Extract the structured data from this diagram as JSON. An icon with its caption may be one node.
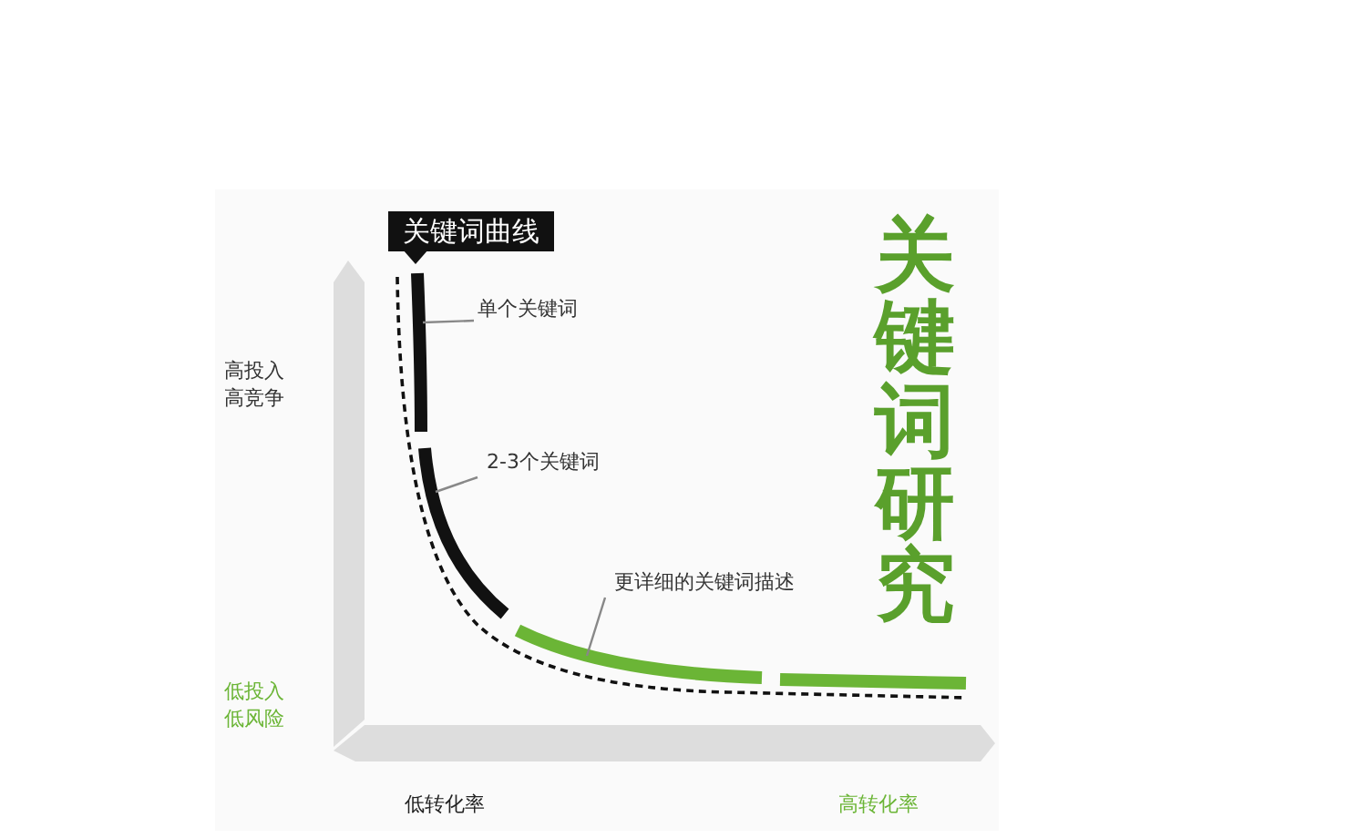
{
  "diagram": {
    "title": "关键词研究",
    "nodes": [
      {
        "text": [
          "关键词曲线"
        ]
      },
      {
        "text": [
          "单个关键词"
        ]
      },
      {
        "text": [
          "2-3个关键词"
        ]
      },
      {
        "text": [
          "更详细的关键词描述"
        ]
      },
      {
        "text": [],
        "shape": "bar"
      },
      {
        "text": [],
        "shape": "bar"
      },
      {
        "text": [],
        "shape": "bar"
      },
      {
        "text": [],
        "shape": "bar"
      }
    ],
    "edges": [
      {
        "from": 0,
        "to": 4,
        "arrow": "to",
        "color": "#111111"
      },
      {
        "from": 1,
        "to": 4,
        "arrow": "none"
      },
      {
        "from": 2,
        "to": 5,
        "arrow": "none"
      },
      {
        "from": 3,
        "to": 6,
        "arrow": "none"
      }
    ],
    "labels": [
      "高投入高竞争",
      "低投入低风险",
      "低转化率",
      "高转化率"
    ]
  }
}
